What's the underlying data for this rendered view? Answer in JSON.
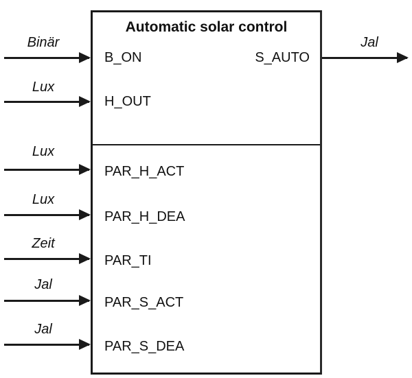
{
  "block": {
    "title": "Automatic solar control",
    "inputs_top": [
      {
        "signal": "Binär",
        "port": "B_ON"
      },
      {
        "signal": "Lux",
        "port": "H_OUT"
      }
    ],
    "parameters": [
      {
        "signal": "Lux",
        "port": "PAR_H_ACT"
      },
      {
        "signal": "Lux",
        "port": "PAR_H_DEA"
      },
      {
        "signal": "Zeit",
        "port": "PAR_TI"
      },
      {
        "signal": "Jal",
        "port": "PAR_S_ACT"
      },
      {
        "signal": "Jal",
        "port": "PAR_S_DEA"
      }
    ],
    "outputs": [
      {
        "signal": "Jal",
        "port": "S_AUTO"
      }
    ]
  },
  "colors": {
    "line": "#1a1a1a",
    "background": "#ffffff"
  }
}
